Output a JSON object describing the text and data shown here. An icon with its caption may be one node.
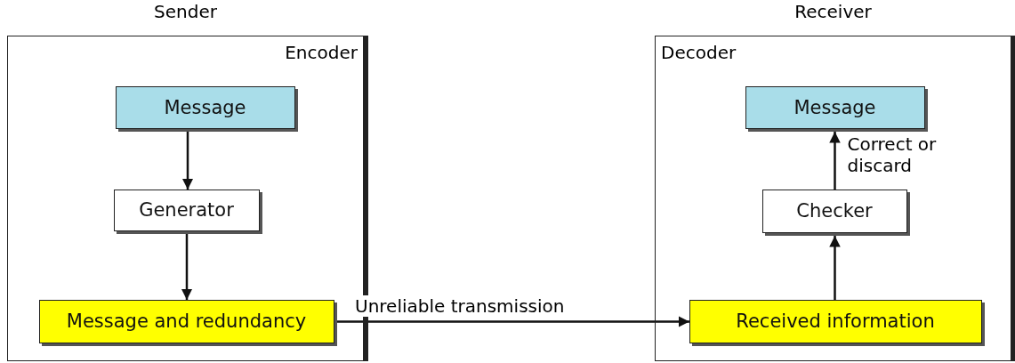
{
  "diagram": {
    "nodes": [
      {
        "text": [
          "Sender",
          "Encoder"
        ]
      },
      {
        "text": [
          "Message"
        ],
        "in": 0
      },
      {
        "text": [
          "Generator"
        ],
        "in": 0
      },
      {
        "text": [
          "Message and redundancy"
        ],
        "in": 0
      },
      {
        "text": [
          "Receiver",
          "Decoder"
        ]
      },
      {
        "text": [
          "Message"
        ],
        "in": 4
      },
      {
        "text": [
          "Checker"
        ],
        "in": 4
      },
      {
        "text": [
          "Received information"
        ],
        "in": 4
      }
    ],
    "edges": [
      {
        "from": 1,
        "to": 2,
        "arrow": "to"
      },
      {
        "from": 2,
        "to": 3,
        "arrow": "to"
      },
      {
        "from": 3,
        "to": 7,
        "arrow": "to",
        "label": "Unreliable transmission"
      },
      {
        "from": 7,
        "to": 6,
        "arrow": "to"
      },
      {
        "from": 6,
        "to": 5,
        "arrow": "to",
        "label": "Correct or discard"
      }
    ]
  }
}
